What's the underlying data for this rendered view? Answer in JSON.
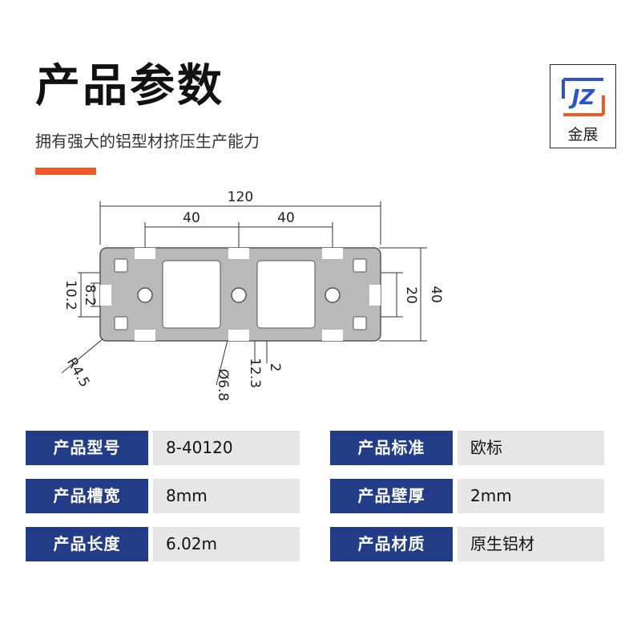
{
  "header": {
    "title": "产品参数",
    "subtitle": "拥有强大的铝型材挤压生产能力"
  },
  "brand": {
    "logo_mark": "JZ",
    "name": "金展",
    "colors": {
      "blue": "#2b55c6",
      "orange": "#f05a28"
    }
  },
  "accent_color": "#f05a28",
  "drawing": {
    "dims": {
      "overall_width": "120",
      "left_pitch": "40",
      "right_pitch": "40",
      "slot_height": "20",
      "overall_height": "40",
      "slot_opening": "8.2",
      "slot_depth": "10.2",
      "corner_radius": "R4.5",
      "hole_diameter": "Ø6.8",
      "wall": "2",
      "web": "12.3"
    }
  },
  "specs": [
    {
      "label": "产品型号",
      "value": "8-40120"
    },
    {
      "label": "产品标准",
      "value": "欧标"
    },
    {
      "label": "产品槽宽",
      "value": "8mm"
    },
    {
      "label": "产品壁厚",
      "value": "2mm"
    },
    {
      "label": "产品长度",
      "value": "6.02m"
    },
    {
      "label": "产品材质",
      "value": "原生铝材"
    }
  ],
  "label_color": "#233c88"
}
